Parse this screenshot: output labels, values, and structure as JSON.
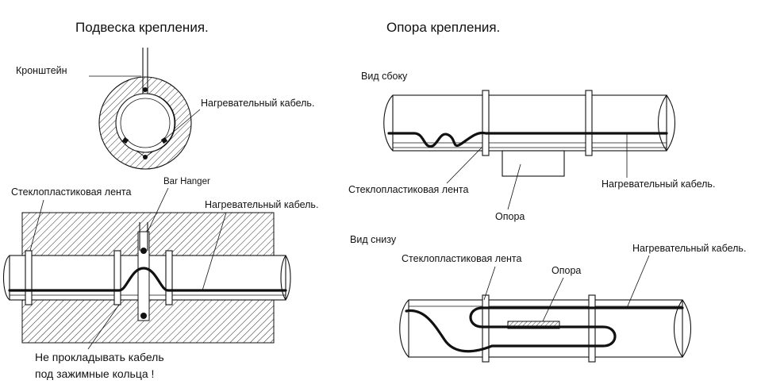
{
  "left": {
    "title": "Подвеска крепления.",
    "label_bracket": "Кронштейн",
    "label_cable_top": "Нагревательный кабель.",
    "label_bar_hanger": "Bar Hanger",
    "label_tape": "Стеклопластиковая лента",
    "label_cable_side": "Нагревательный кабель.",
    "warning_line1": "Не прокладывать кабель",
    "warning_line2": "под зажимные кольца !"
  },
  "right": {
    "title": "Опора крепления.",
    "side_view": "Вид сбоку",
    "label_tape_side": "Стеклопластиковая лента",
    "label_cable_side": "Нагревательный кабель.",
    "label_support_side": "Опора",
    "bottom_view": "Вид снизу",
    "label_tape_bottom": "Стеклопластиковая лента",
    "label_support_bottom": "Опора",
    "label_cable_bottom": "Нагревательный кабель."
  }
}
